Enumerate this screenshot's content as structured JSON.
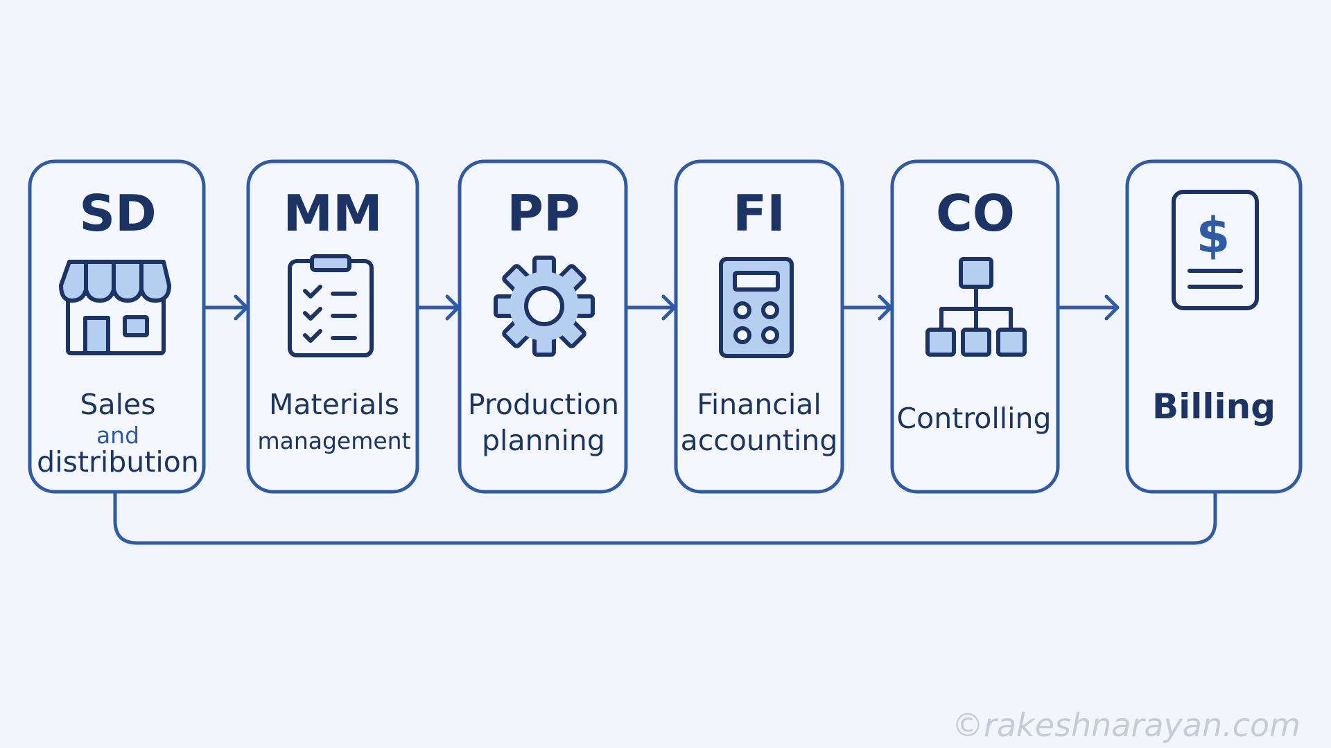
{
  "modules": [
    {
      "code": "SD",
      "label": [
        "Sales",
        "and",
        "distribution"
      ],
      "icon": "storefront-icon"
    },
    {
      "code": "MM",
      "label": [
        "Materials",
        "management"
      ],
      "icon": "clipboard-checklist-icon"
    },
    {
      "code": "PP",
      "label": [
        "Production",
        "planning"
      ],
      "icon": "gear-icon"
    },
    {
      "code": "FI",
      "label": [
        "Financial",
        "accounting"
      ],
      "icon": "calculator-icon"
    },
    {
      "code": "CO",
      "label": [
        "Controlling"
      ],
      "icon": "org-chart-icon"
    },
    {
      "code": "",
      "label": [
        "Billing"
      ],
      "icon": "dollar-invoice-icon"
    }
  ],
  "colors": {
    "stroke": "#2e5ba8",
    "text": "#1b3465",
    "icon_fill": "#b6cff0",
    "background": "#f2f6fc"
  },
  "watermark": "©rakeshnarayan.com"
}
